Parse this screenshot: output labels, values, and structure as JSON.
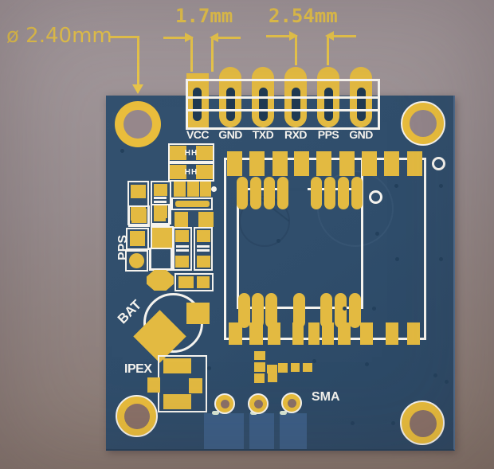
{
  "title": "PCB GPS module render with dimension annotations",
  "annotations": {
    "hole_diameter_label": "ø 2.40mm",
    "pin_width_label": "1.7mm",
    "pin_pitch_label": "2.54mm"
  },
  "header": {
    "pins": [
      "VCC",
      "GND",
      "TXD",
      "RXD",
      "PPS",
      "GND"
    ]
  },
  "silkscreen": {
    "pps": "PPS",
    "bat": "BAT",
    "ipex": "IPEX",
    "sma": "SMA"
  },
  "icons": {
    "inductor_symbol": "HH"
  },
  "colors": {
    "background_top": "#a59b9f",
    "background_bottom": "#857469",
    "board": "#2f4d6b",
    "copper_pad": "#e3ba41",
    "silkscreen_white": "#f5f3ee",
    "annotation_yellow": "#e9c64a",
    "hole_center_top": "#96878b",
    "hole_center_bottom": "#8a7168",
    "pad_hole_dark": "#203a52"
  }
}
